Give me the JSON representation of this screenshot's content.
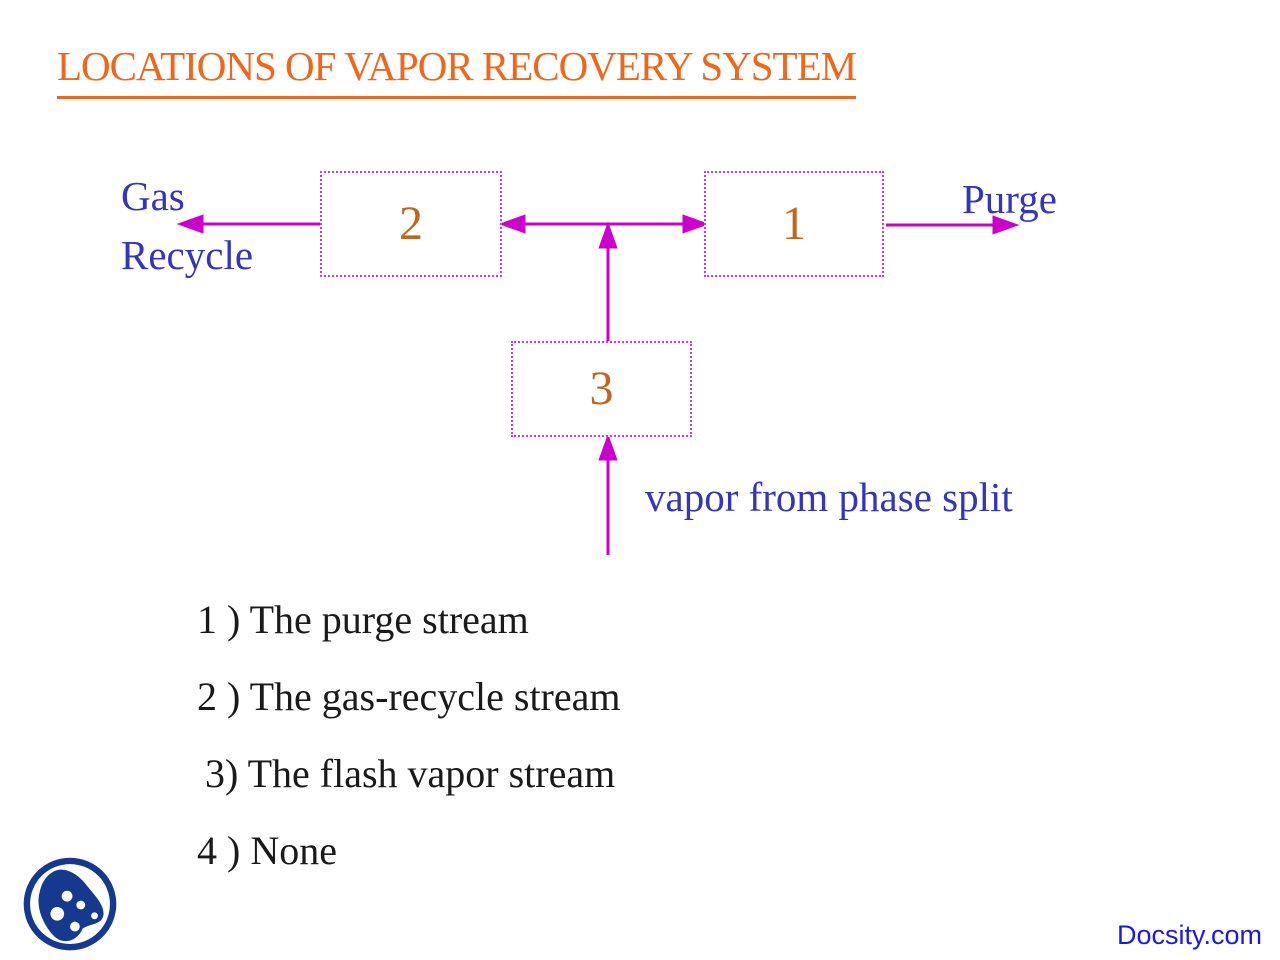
{
  "title": "LOCATIONS OF VAPOR RECOVERY SYSTEM",
  "diagram": {
    "box1_label": "1",
    "box2_label": "2",
    "box3_label": "3",
    "gas_recycle_line1": "Gas",
    "gas_recycle_line2": "Recycle",
    "purge_label": "Purge",
    "vapor_label": "vapor from phase split"
  },
  "options": {
    "items": [
      "1 ) The purge stream",
      "2 ) The gas-recycle stream",
      "3) The flash vapor stream",
      "4 ) None"
    ]
  },
  "footer": {
    "brand": "Docsity.com"
  },
  "colors": {
    "title_orange": "#F0661A",
    "box_number_orange": "#C2641C",
    "diagram_magenta": "#CC00CC",
    "box_border_magenta": "#DD33DD",
    "label_blue": "#3434BC",
    "footer_blue": "#1717EF",
    "logo_navy": "#16388E",
    "body_text": "#1A1A1A"
  }
}
